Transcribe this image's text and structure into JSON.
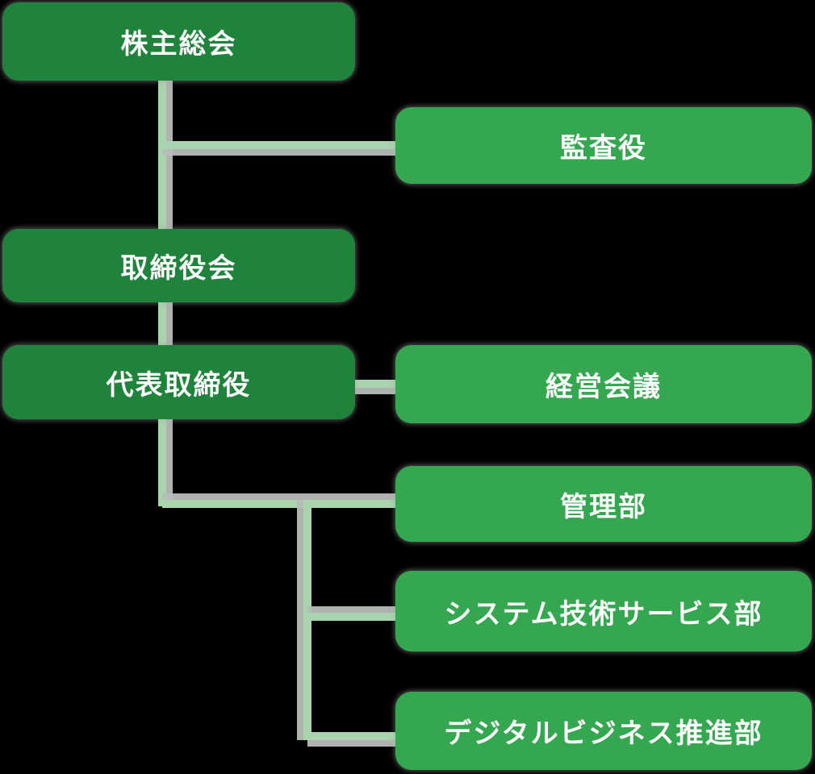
{
  "diagram": {
    "type": "org-chart",
    "background_color": "#000000",
    "colors": {
      "dark_green_box": "#1f833c",
      "light_green_box": "#35a750",
      "connector_line": "#a9d4ae",
      "shadow_gray": "#b9bcb9",
      "label_text": "#ffffff"
    }
  },
  "nodes": [
    {
      "id": "shareholders-meeting",
      "label": "株主総会",
      "variant": "dark"
    },
    {
      "id": "auditor",
      "label": "監査役",
      "variant": "light"
    },
    {
      "id": "board-of-directors",
      "label": "取締役会",
      "variant": "dark"
    },
    {
      "id": "representative-director",
      "label": "代表取締役",
      "variant": "dark"
    },
    {
      "id": "management-meeting",
      "label": "経営会議",
      "variant": "light"
    },
    {
      "id": "administration-dept",
      "label": "管理部",
      "variant": "light"
    },
    {
      "id": "system-tech-service-dept",
      "label": "システム技術サービス部",
      "variant": "light"
    },
    {
      "id": "digital-business-dept",
      "label": "デジタルビジネス推進部",
      "variant": "light"
    }
  ],
  "edges": [
    {
      "from": "株主総会",
      "to": "監査役"
    },
    {
      "from": "株主総会",
      "to": "取締役会"
    },
    {
      "from": "取締役会",
      "to": "代表取締役"
    },
    {
      "from": "代表取締役",
      "to": "経営会議"
    },
    {
      "from": "代表取締役",
      "to": "管理部"
    },
    {
      "from": "代表取締役",
      "to": "システム技術サービス部"
    },
    {
      "from": "代表取締役",
      "to": "デジタルビジネス推進部"
    }
  ]
}
